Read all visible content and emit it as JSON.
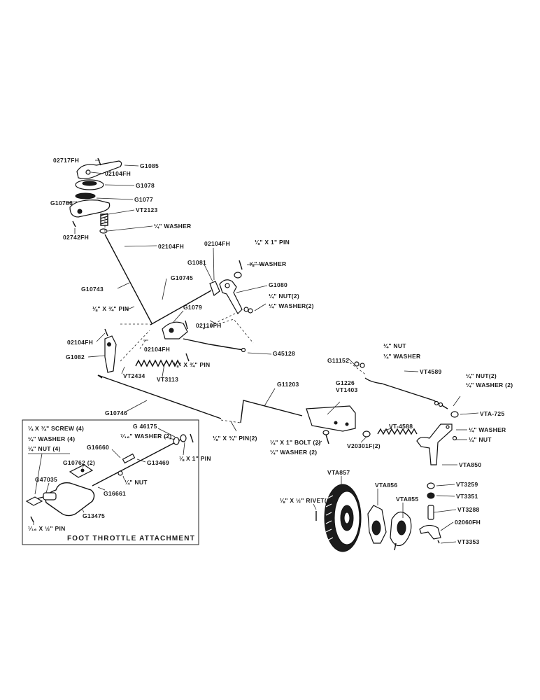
{
  "labels": {
    "p02717fh": "02717FH",
    "g1085": "G1085",
    "p02104fh_a": "02104FH",
    "g1078": "G1078",
    "g10786": "G10786",
    "g1077": "G1077",
    "vt2123": "VT2123",
    "washer_a": "¼\" WASHER",
    "p02742fh": "02742FH",
    "p02104fh_b": "02104FH",
    "p02104fh_c": "02104FH",
    "pin_a": "⅛\" X 1\" PIN",
    "g1081": "G1081",
    "washer_b": "⅝\" WASHER",
    "g10743": "G10743",
    "g10745": "G10745",
    "g1080": "G1080",
    "nut2": "¼\" NUT(2)",
    "washer2": "¼\" WASHER(2)",
    "pin_b": "⅛\" X ¾\" PIN",
    "g1079": "G1079",
    "p02110fh": "02110FH",
    "p02104fh_d": "02104FH",
    "p02104fh_e": "02104FH",
    "g45128": "G45128",
    "g1082": "G1082",
    "pin_c": "⅛\" X ¾\" PIN",
    "vt2434": "VT2434",
    "vt3113": "VT3113",
    "nut_a": "¼\" NUT",
    "washer_c": "¼\" WASHER",
    "g11152": "G11152",
    "vt4589": "VT4589",
    "g1226": "G1226",
    "vt1403": "VT1403",
    "g11203": "G11203",
    "nut2_b": "¼\" NUT(2)",
    "washer2_b": "¼\" WASHER (2)",
    "vta725": "VTA-725",
    "g10746": "G10746",
    "vt4588": "VT-4588",
    "washer_d": "¼\" WASHER",
    "nut_b": "¼\" NUT",
    "pin2": "⅛\" X ¾\" PIN(2)",
    "bolt2": "¼\" X 1\" BOLT (2)",
    "washer2_c": "¼\" WASHER (2)",
    "v20301f": "V20301F(2)",
    "vta850": "VTA850",
    "vta857": "VTA857",
    "vt3259": "VT3259",
    "vta856": "VTA856",
    "vt3351": "VT3351",
    "rivet4": "⅛\" X ½\" RIVET(4)",
    "vta855": "VTA855",
    "vt3288": "VT3288",
    "p02060fh": "02060FH",
    "vt3353": "VT3353"
  },
  "inset": {
    "title": "FOOT THROTTLE ATTACHMENT",
    "labels": {
      "screw4": "¼ X ¾\" SCREW (4)",
      "washer4": "¼\" WASHER (4)",
      "nut4": "¼\" NUT (4)",
      "g46175": "G 46175",
      "washer2": "⁷⁄₁₆\" WASHER (2)",
      "g16660": "G16660",
      "pin": "⅛ X 1\" PIN",
      "g10762": "G10762 (2)",
      "g13469": "G13469",
      "g47035": "G47035",
      "nut": "¼\" NUT",
      "g16661": "G16661",
      "g13475": "G13475",
      "pin_small": "¹⁄₁₆ X ½\" PIN"
    }
  }
}
